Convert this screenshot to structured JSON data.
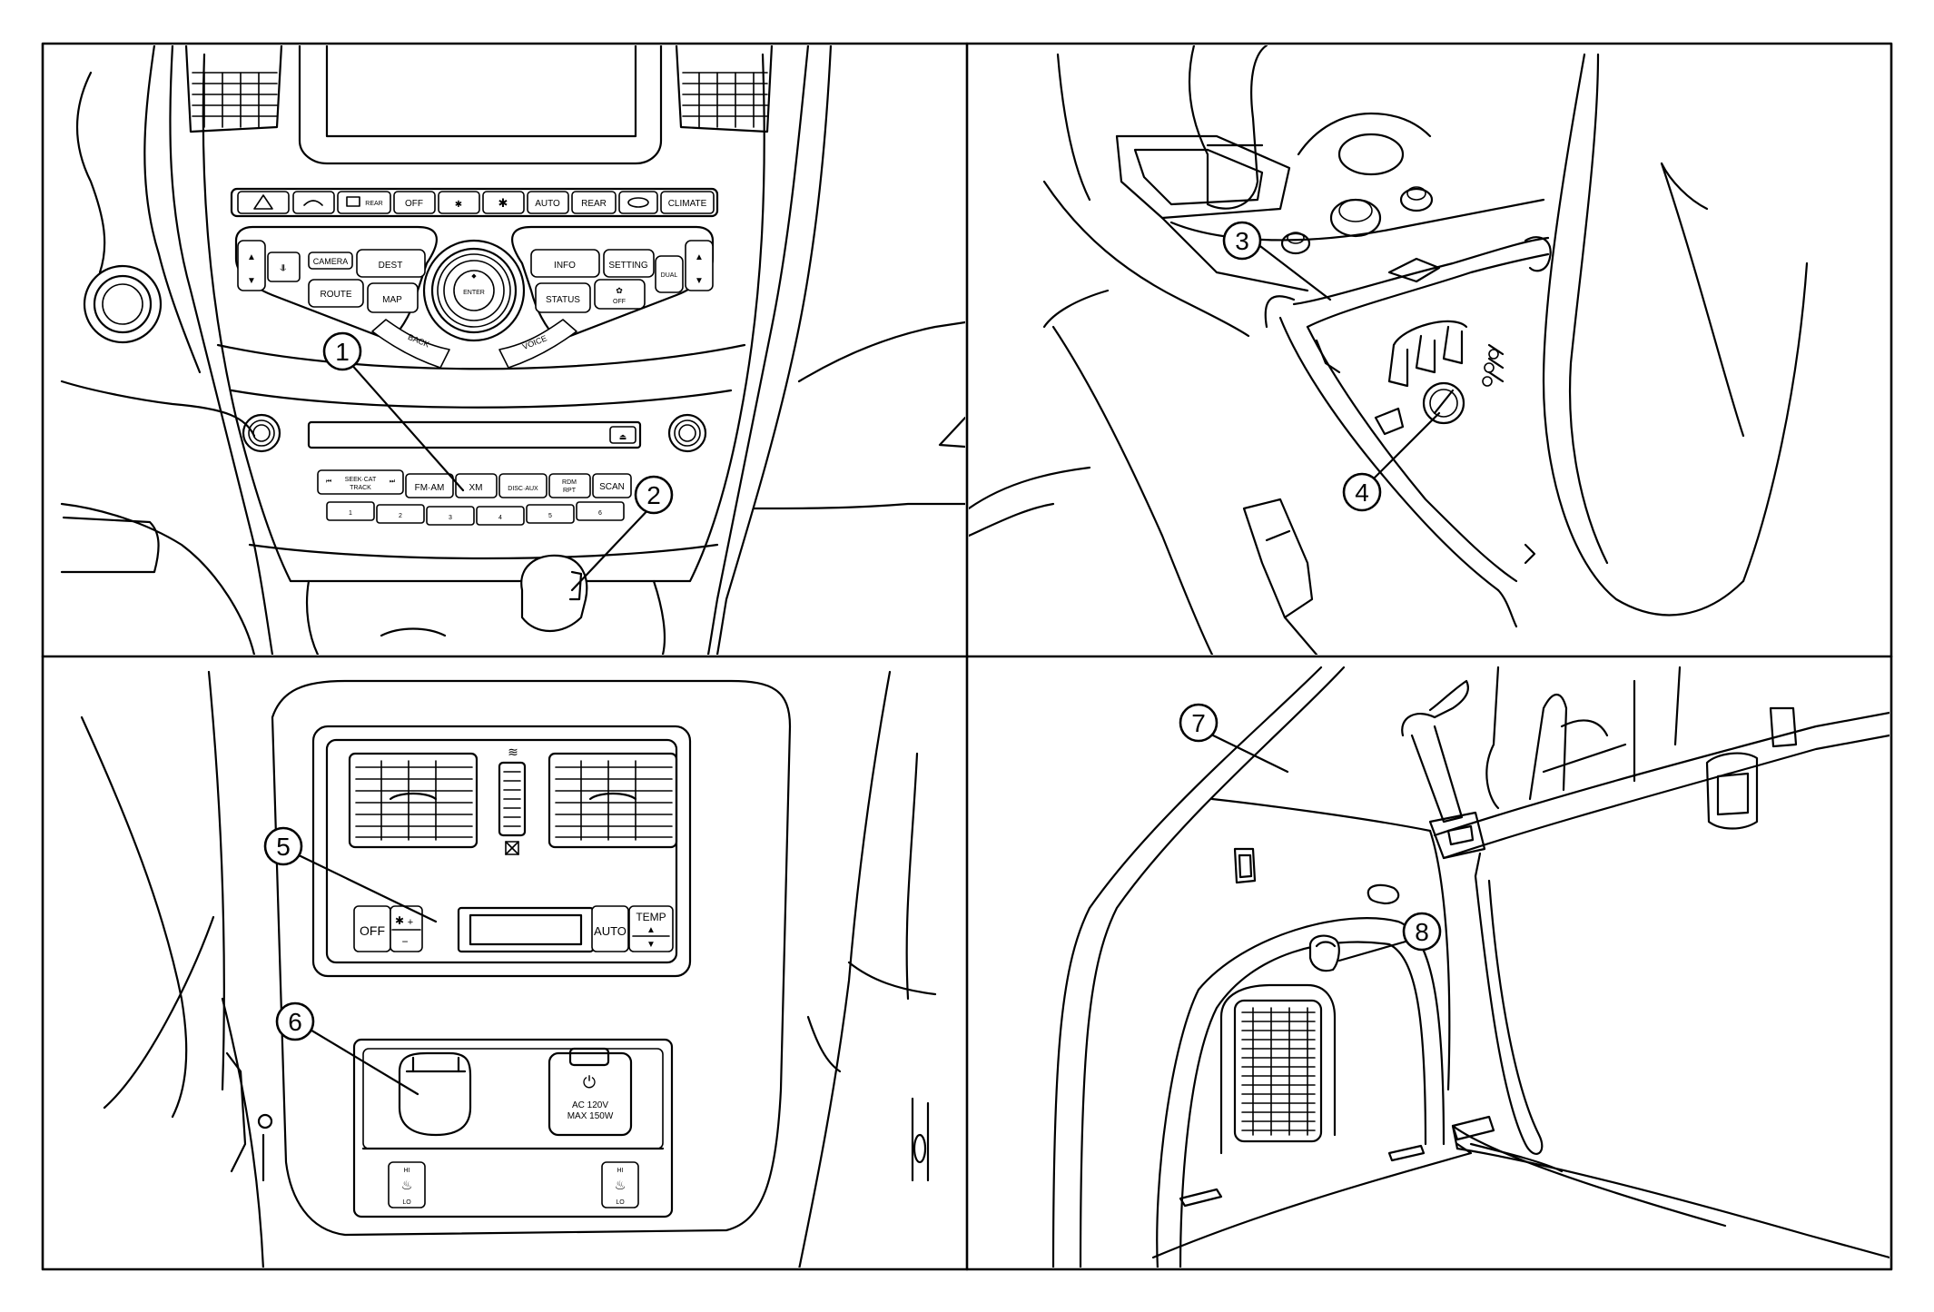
{
  "callouts": [
    "1",
    "2",
    "3",
    "4",
    "5",
    "6",
    "7",
    "8"
  ],
  "climate_buttons": [
    "OFF",
    "AUTO",
    "REAR",
    "CLIMATE"
  ],
  "climate_rear_small": "REAR",
  "nav_buttons": {
    "camera": "CAMERA",
    "dest": "DEST",
    "route": "ROUTE",
    "map": "MAP",
    "info": "INFO",
    "setting": "SETTING",
    "status": "STATUS",
    "off": "OFF",
    "dual": "DUAL",
    "back": "BACK",
    "voice": "VOICE",
    "enter": "ENTER"
  },
  "audio_buttons": {
    "seek_cat_track": "SEEK·CAT",
    "seek_track": "TRACK",
    "fm_am": "FM·AM",
    "xm": "XM",
    "disc_aux": "DISC·AUX",
    "rpt_top": "RDM",
    "rpt_bottom": "RPT",
    "scan": "SCAN"
  },
  "presets": [
    "1",
    "2",
    "3",
    "4",
    "5",
    "6"
  ],
  "rear_climate": {
    "off": "OFF",
    "auto": "AUTO",
    "temp": "TEMP",
    "plus": "+",
    "minus": "−"
  },
  "ac_outlet": {
    "line1": "AC 120V",
    "line2": "MAX 150W"
  },
  "seat_heater": {
    "hi": "HI",
    "lo": "LO"
  },
  "colors": {
    "line": "#000000",
    "background": "#ffffff"
  }
}
